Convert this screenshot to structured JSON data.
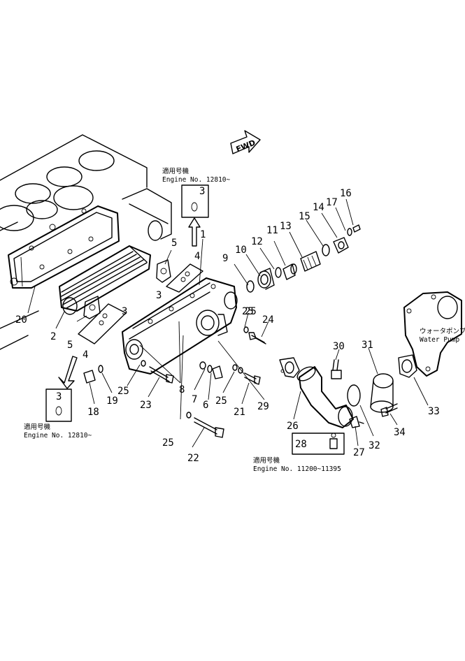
{
  "fwd_arrow_label": "FWD",
  "applicability_notes": [
    {
      "jp": "適用号機",
      "en": "Engine  No. 12810~"
    },
    {
      "jp": "適用号機",
      "en": "Engine  No. 12810~"
    },
    {
      "jp": "適用号機",
      "en": "Engine  No. 11200~11395"
    }
  ],
  "water_pump_label": {
    "jp": "ウォータポンプ",
    "en": "Water  Pump"
  },
  "part_numbers": [
    "1",
    "2",
    "3",
    "3",
    "3",
    "3",
    "4",
    "4",
    "5",
    "5",
    "6",
    "7",
    "8",
    "9",
    "10",
    "11",
    "12",
    "13",
    "14",
    "15",
    "16",
    "17",
    "18",
    "19",
    "20",
    "21",
    "22",
    "23",
    "24",
    "25",
    "25",
    "25",
    "25",
    "25",
    "26",
    "27",
    "28",
    "29",
    "30",
    "31",
    "32",
    "33",
    "34"
  ]
}
